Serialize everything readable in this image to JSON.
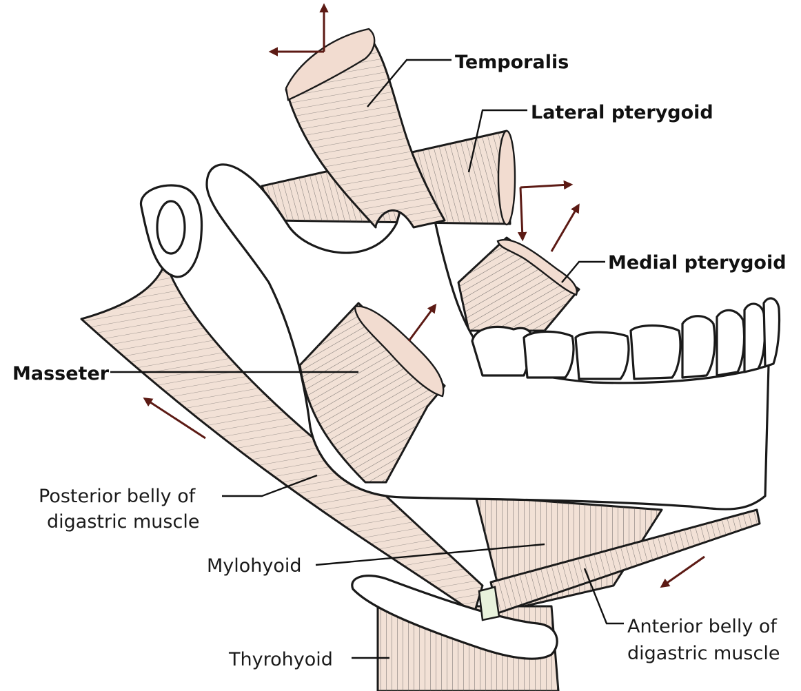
{
  "labels": {
    "temporalis": "Temporalis",
    "lateral_pterygoid": "Lateral pterygoid",
    "medial_pterygoid": "Medial pterygoid",
    "masseter": "Masseter",
    "posterior_belly_line1": "Posterior belly of",
    "posterior_belly_line2": "digastric muscle",
    "mylohyoid": "Mylohyoid",
    "anterior_belly_line1": "Anterior belly of",
    "anterior_belly_line2": "digastric muscle",
    "thyrohyoid": "Thyrohyoid"
  },
  "colors": {
    "muscle": "#f2e1d6",
    "bone": "#ffffff",
    "arrow": "#5c1a14",
    "outline": "#1a1a1a"
  }
}
